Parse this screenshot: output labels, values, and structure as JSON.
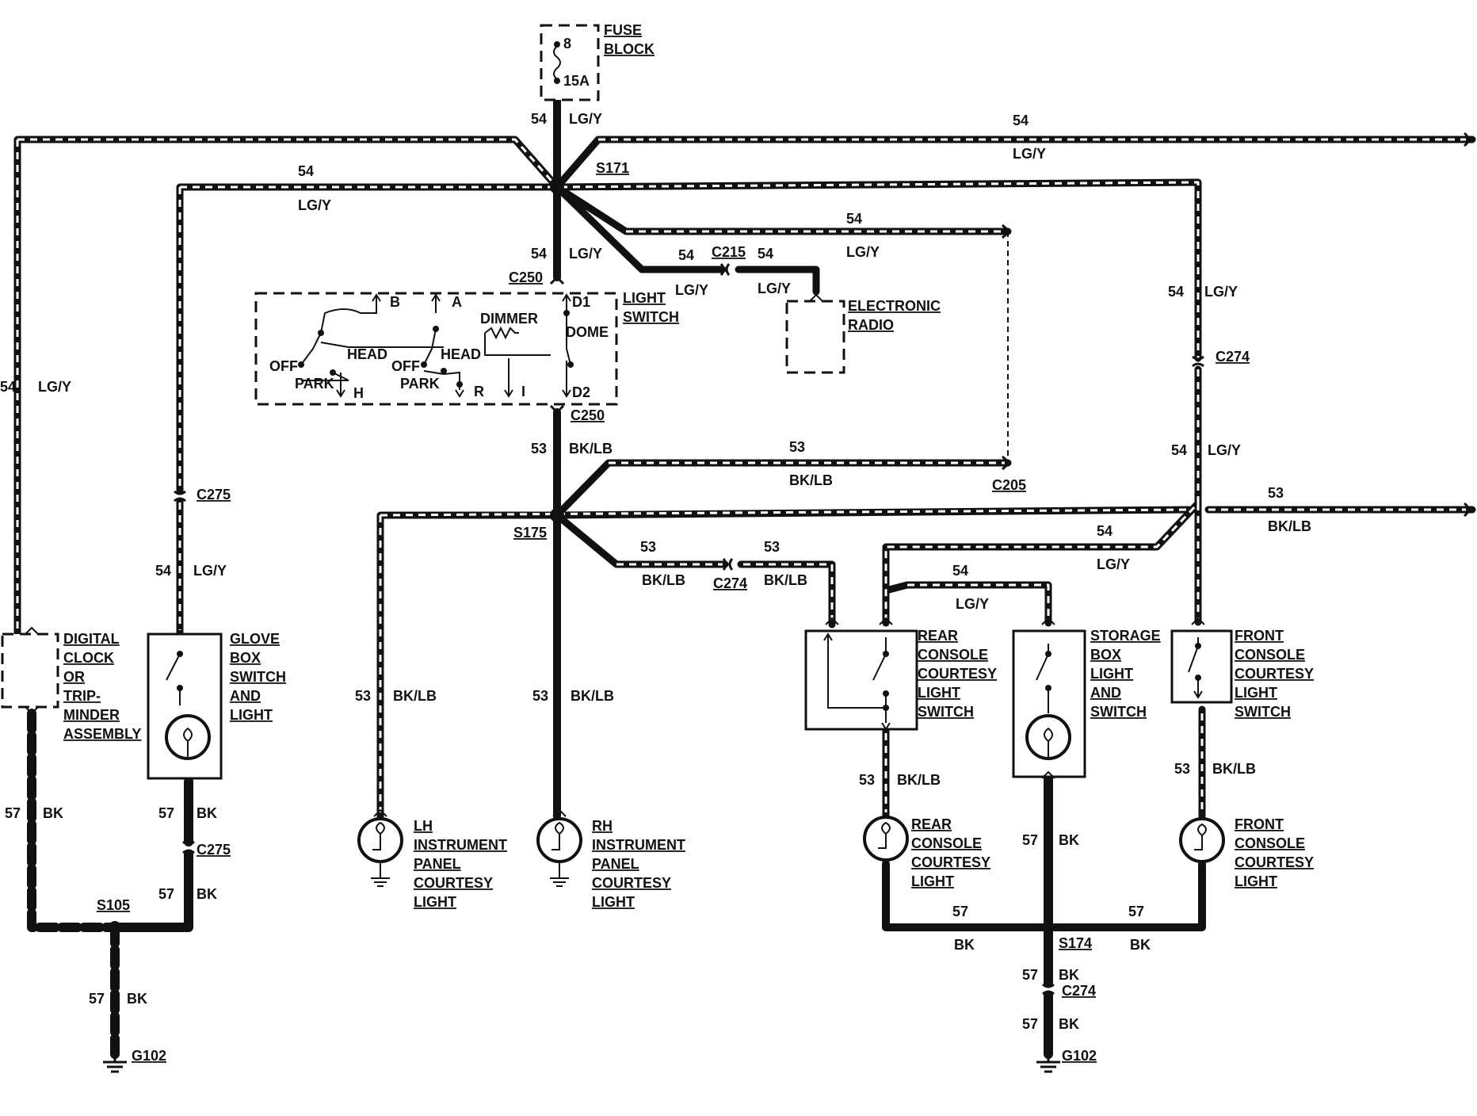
{
  "fuse": {
    "title": [
      "FUSE",
      "BLOCK"
    ],
    "terminal": "8",
    "rating": "15A"
  },
  "wire_labels": {
    "w54": "54",
    "lgy": "LG/Y",
    "w53": "53",
    "bklb": "BK/LB",
    "w57": "57",
    "bk": "BK"
  },
  "splices": {
    "s171": "S171",
    "s175": "S175",
    "s105": "S105",
    "s174": "S174"
  },
  "connectors": {
    "c250": "C250",
    "c215": "C215",
    "c274": "C274",
    "c205": "C205",
    "c275": "C275"
  },
  "grounds": {
    "g102": "G102"
  },
  "light_switch": {
    "title": [
      "LIGHT",
      "SWITCH"
    ],
    "terms": {
      "b": "B",
      "a": "A",
      "d1": "D1",
      "d2": "D2",
      "h": "H",
      "r": "R",
      "i": "I"
    },
    "labels": {
      "dimmer": "DIMMER",
      "dome": "DOME",
      "head": "HEAD",
      "off": "OFF",
      "park": "PARK"
    }
  },
  "components": {
    "radio": [
      "ELECTRONIC",
      "RADIO"
    ],
    "clock": [
      "DIGITAL",
      "CLOCK",
      "OR",
      "TRIP-",
      "MINDER",
      "ASSEMBLY"
    ],
    "glove": [
      "GLOVE",
      "BOX",
      "SWITCH",
      "AND",
      "LIGHT"
    ],
    "lh": [
      "LH",
      "INSTRUMENT",
      "PANEL",
      "COURTESY",
      "LIGHT"
    ],
    "rh": [
      "RH",
      "INSTRUMENT",
      "PANEL",
      "COURTESY",
      "LIGHT"
    ],
    "rear_switch": [
      "REAR",
      "CONSOLE",
      "COURTESY",
      "LIGHT",
      "SWITCH"
    ],
    "storage": [
      "STORAGE",
      "BOX",
      "LIGHT",
      "AND",
      "SWITCH"
    ],
    "front_switch": [
      "FRONT",
      "CONSOLE",
      "COURTESY",
      "LIGHT",
      "SWITCH"
    ],
    "rear_light": [
      "REAR",
      "CONSOLE",
      "COURTESY",
      "LIGHT"
    ],
    "front_light": [
      "FRONT",
      "CONSOLE",
      "COURTESY",
      "LIGHT"
    ]
  }
}
